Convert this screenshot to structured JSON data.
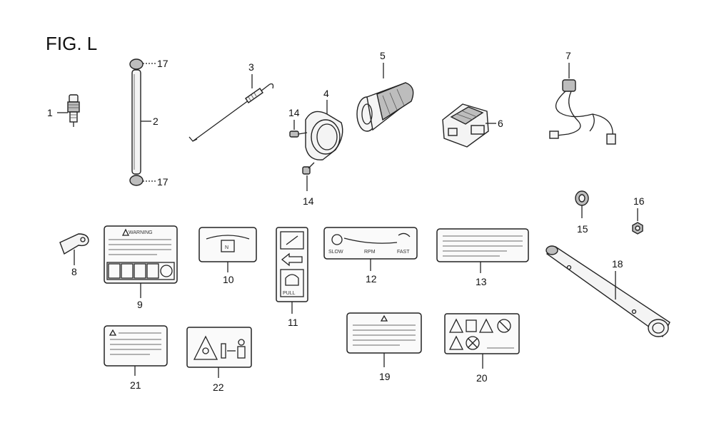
{
  "figure": {
    "title": "FIG. L"
  },
  "callouts": {
    "c1": "1",
    "c2": "2",
    "c3": "3",
    "c4": "4",
    "c5": "5",
    "c6": "6",
    "c7": "7",
    "c8": "8",
    "c9": "9",
    "c10": "10",
    "c11": "11",
    "c12": "12",
    "c13": "13",
    "c14a": "14",
    "c14b": "14",
    "c15": "15",
    "c16": "16",
    "c17a": "17",
    "c17b": "17",
    "c18": "18",
    "c19": "19",
    "c20": "20",
    "c21": "21",
    "c22": "22"
  },
  "label_texts": {
    "warning_heading": "WARNING",
    "rpm_text": "RPM",
    "slow_text": "SLOW",
    "fast_text": "FAST",
    "pull_text": "PULL",
    "gauge_letter": "N"
  }
}
